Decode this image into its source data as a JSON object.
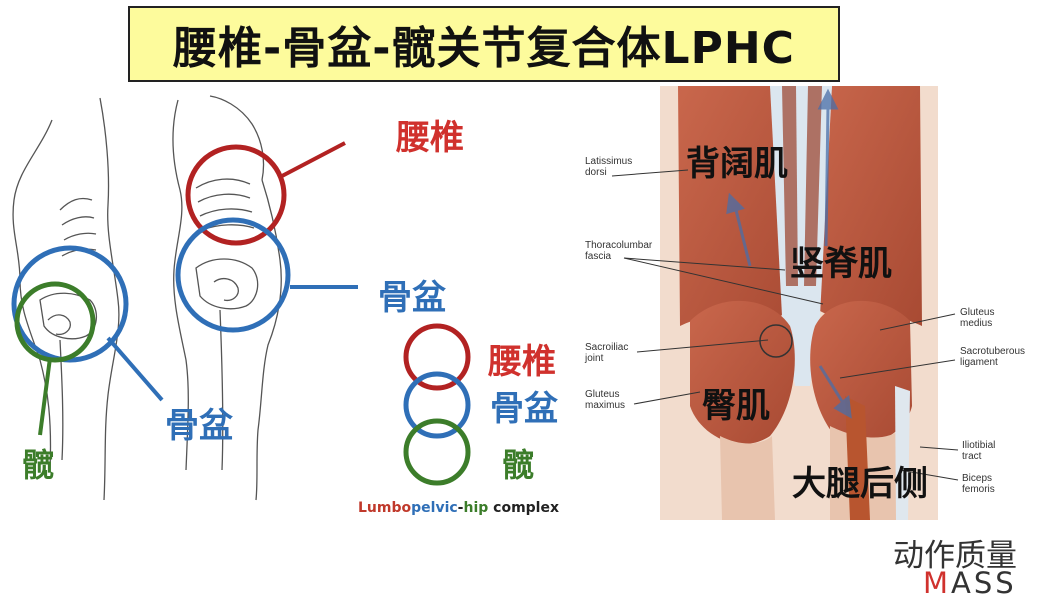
{
  "title": "腰椎-骨盆-髋关节复合体LPHC",
  "left_figure": {
    "label_pelvis": "骨盆",
    "label_hip": "髋"
  },
  "middle_figure": {
    "label_lumbar": "腰椎",
    "label_pelvis": "骨盆"
  },
  "legend": {
    "lumbar": "腰椎",
    "pelvis": "骨盆",
    "hip": "髋",
    "caption_parts": [
      {
        "text": "Lumbo",
        "color": "#c0392b"
      },
      {
        "text": "pelvic",
        "color": "#2f6fb7"
      },
      {
        "text": "-",
        "color": "#222222"
      },
      {
        "text": "hip",
        "color": "#3c7d2a"
      },
      {
        "text": " complex",
        "color": "#222222"
      }
    ]
  },
  "anatomy": {
    "cn_labels": {
      "latissimus": "背阔肌",
      "erector": "竖脊肌",
      "gluteus": "臀肌",
      "hamstring": "大腿后侧"
    },
    "en_labels": {
      "latissimus_1": "Latissimus",
      "latissimus_2": "dorsi",
      "thoracolumbar_1": "Thoracolumbar",
      "thoracolumbar_2": "fascia",
      "sacroiliac_1": "Sacroiliac",
      "sacroiliac_2": "joint",
      "gmax_1": "Gluteus",
      "gmax_2": "maximus",
      "gmed_1": "Gluteus",
      "gmed_2": "medius",
      "sacrotub_1": "Sacrotuberous",
      "sacrotub_2": "ligament",
      "itb_1": "Iliotibial",
      "itb_2": "tract",
      "biceps_1": "Biceps",
      "biceps_2": "femoris"
    }
  },
  "brand": {
    "cn": "动作质量",
    "en_first": "M",
    "en_rest": "ASS"
  },
  "colors": {
    "red": "#c0312d",
    "blue": "#2f6fb7",
    "green": "#3c7d2a",
    "title_bg": "#fdfb9c",
    "brand_accent": "#d0312d"
  }
}
